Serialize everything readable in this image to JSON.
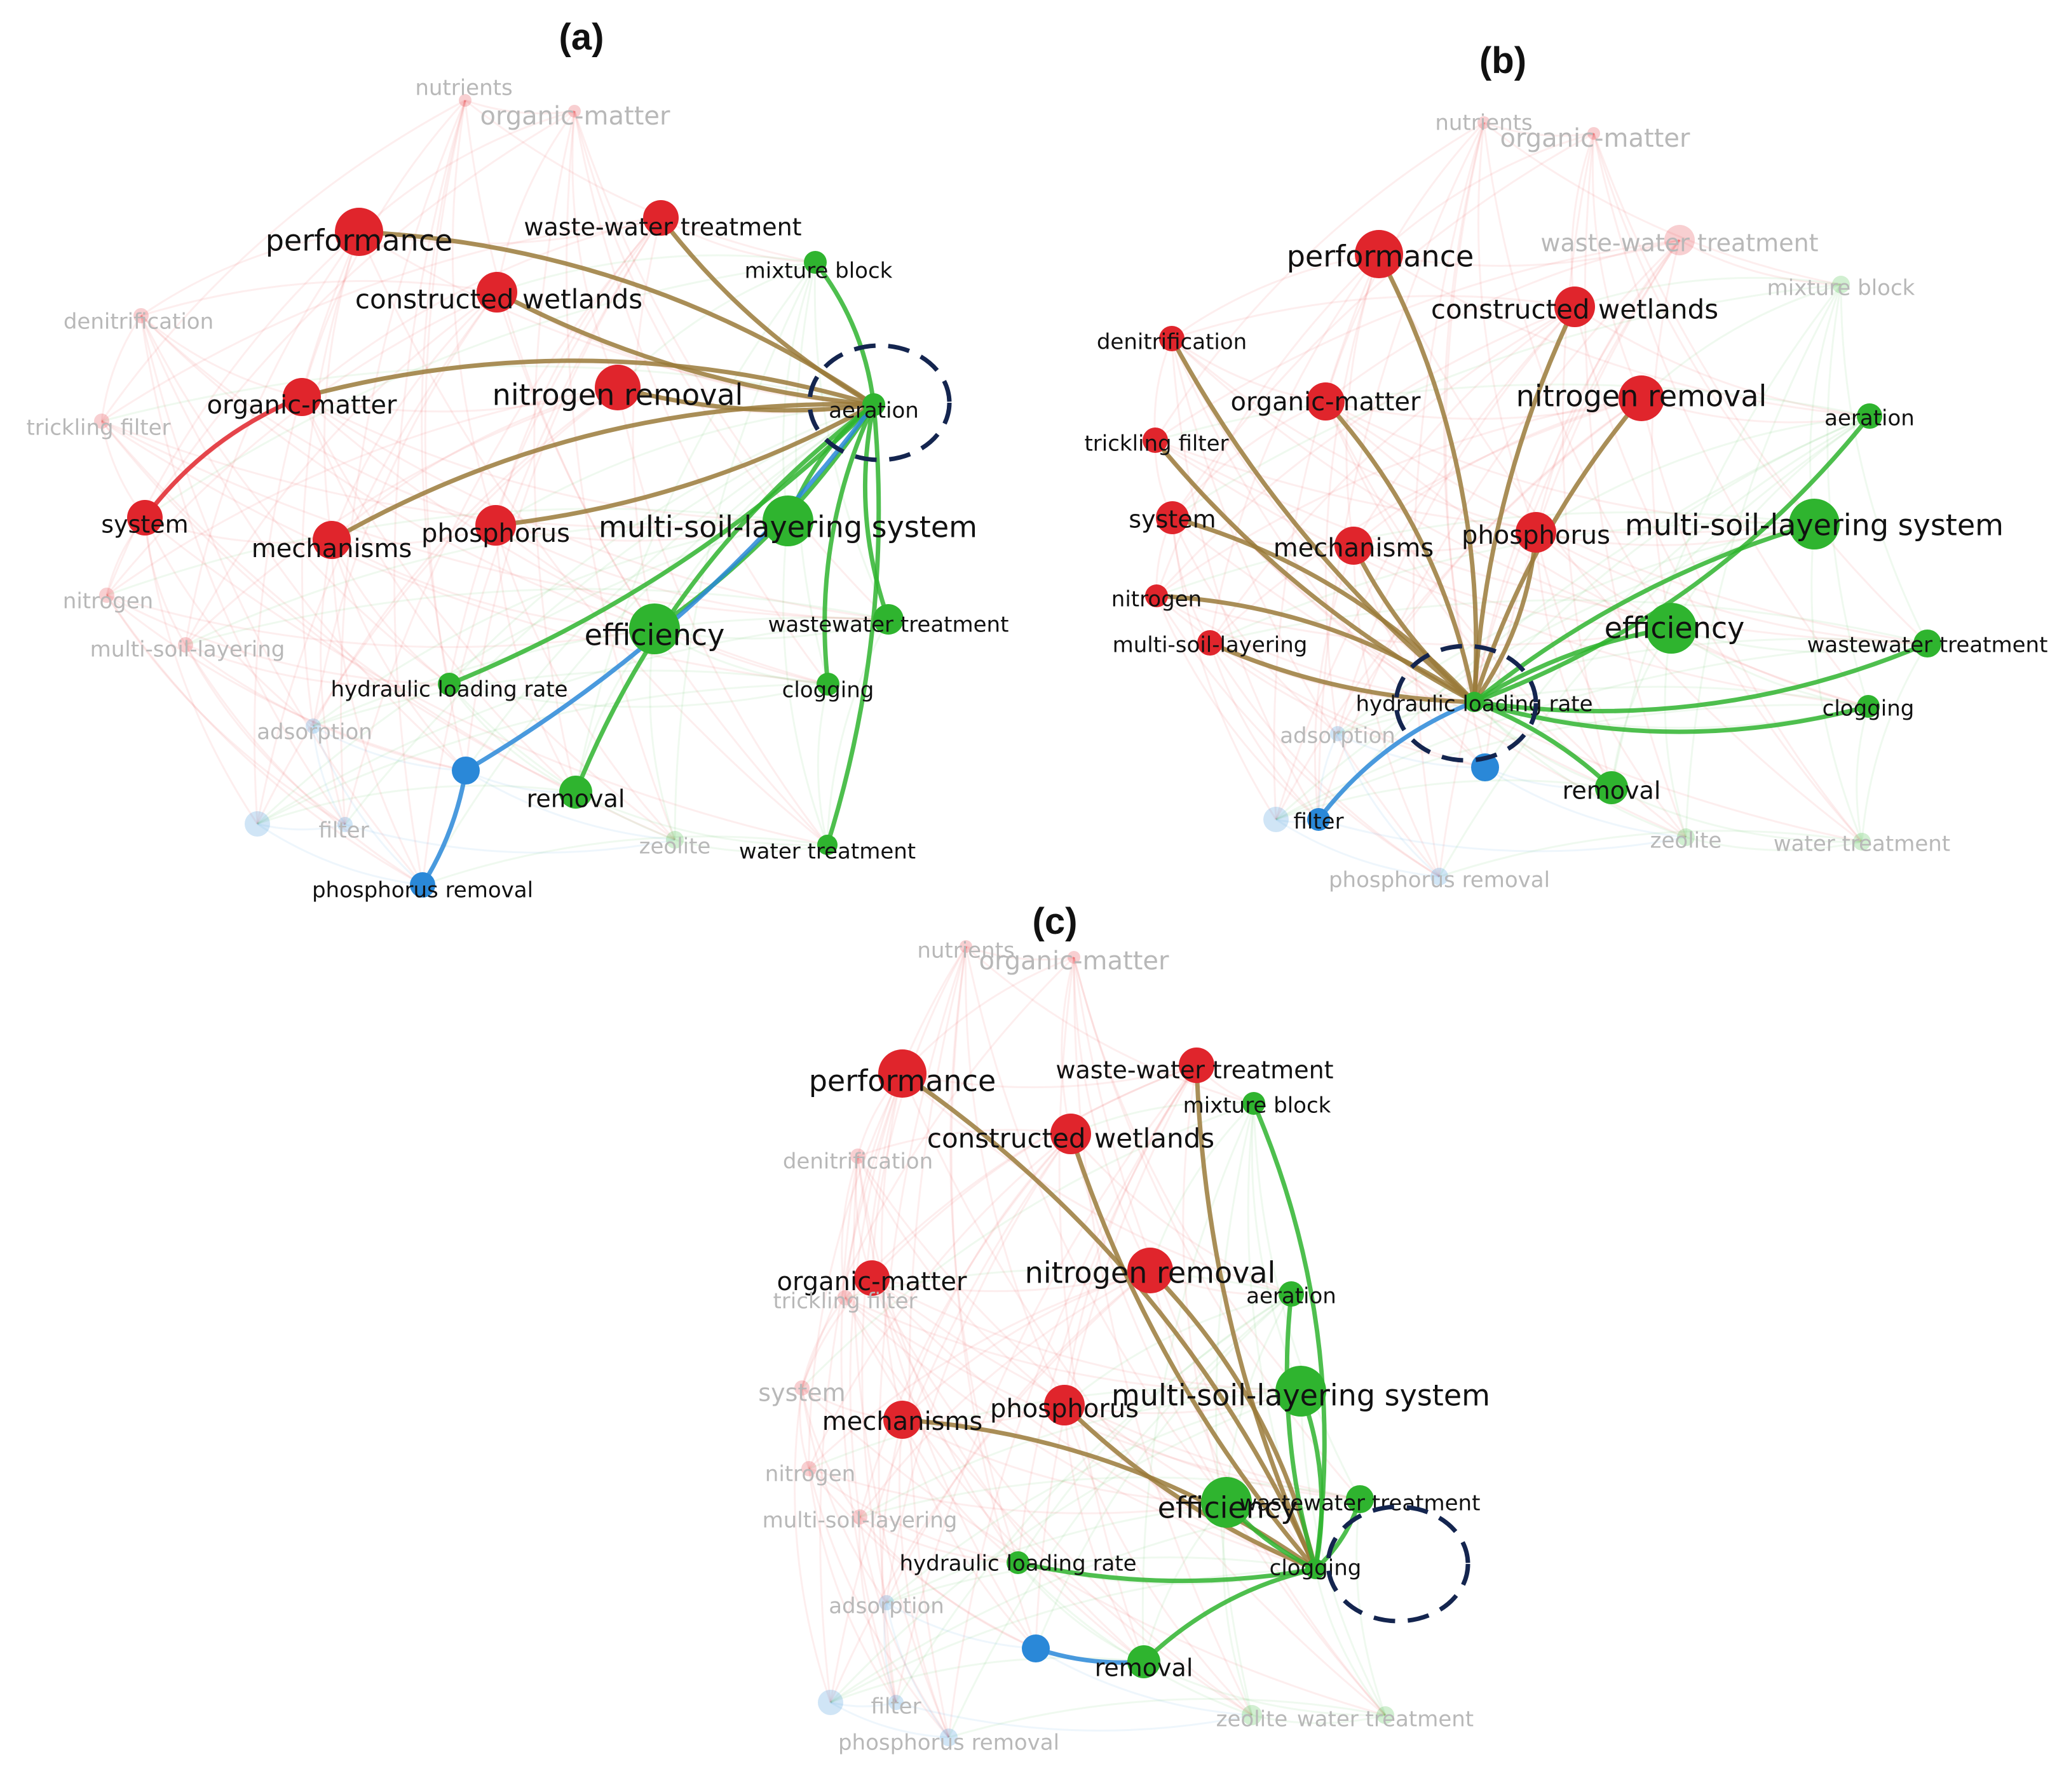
{
  "colors": {
    "red": "#e0252c",
    "green": "#2fb42f",
    "blue": "#2a88d8",
    "gradient_red_green": "#9a7a3a",
    "focus_ring": "#14254f",
    "label_active": "#111111",
    "label_faded": "#b8b8b8"
  },
  "panels": [
    {
      "label": "(a)",
      "focus": "aeration",
      "nodes": [
        {
          "key": "nutrients",
          "label": "nutrients",
          "group": "red",
          "size": 10,
          "active": false
        },
        {
          "key": "organic-matter-top",
          "label": "organic-matter",
          "group": "red",
          "size": 10,
          "active": false
        },
        {
          "key": "performance",
          "label": "performance",
          "group": "red",
          "size": 38,
          "active": true
        },
        {
          "key": "waste-water treatment",
          "label": "waste-water treatment",
          "group": "red",
          "size": 28,
          "active": true
        },
        {
          "key": "mixture block",
          "label": "mixture block",
          "group": "green",
          "size": 18,
          "active": true
        },
        {
          "key": "constructed wetlands",
          "label": "constructed wetlands",
          "group": "red",
          "size": 32,
          "active": true
        },
        {
          "key": "denitrification",
          "label": "denitrification",
          "group": "red",
          "size": 12,
          "active": false
        },
        {
          "key": "organic-matter",
          "label": "organic-matter",
          "group": "red",
          "size": 30,
          "active": true
        },
        {
          "key": "nitrogen removal",
          "label": "nitrogen removal",
          "group": "red",
          "size": 36,
          "active": true
        },
        {
          "key": "aeration",
          "label": "aeration",
          "group": "green",
          "size": 18,
          "active": true
        },
        {
          "key": "trickling filter",
          "label": "trickling filter",
          "group": "red",
          "size": 12,
          "active": false
        },
        {
          "key": "system",
          "label": "system",
          "group": "red",
          "size": 28,
          "active": true
        },
        {
          "key": "mechanisms",
          "label": "mechanisms",
          "group": "red",
          "size": 30,
          "active": true
        },
        {
          "key": "phosphorus",
          "label": "phosphorus",
          "group": "red",
          "size": 32,
          "active": true
        },
        {
          "key": "multi-soil-layering system",
          "label": "multi-soil-layering system",
          "group": "green",
          "size": 40,
          "active": true
        },
        {
          "key": "nitrogen",
          "label": "nitrogen",
          "group": "red",
          "size": 12,
          "active": false
        },
        {
          "key": "efficiency",
          "label": "efficiency",
          "group": "green",
          "size": 40,
          "active": true
        },
        {
          "key": "wastewater treatment",
          "label": "wastewater treatment",
          "group": "green",
          "size": 24,
          "active": true
        },
        {
          "key": "multi-soil-layering",
          "label": "multi-soil-layering",
          "group": "red",
          "size": 12,
          "active": false
        },
        {
          "key": "hydraulic loading rate",
          "label": "hydraulic loading rate",
          "group": "green",
          "size": 18,
          "active": true
        },
        {
          "key": "clogging",
          "label": "clogging",
          "group": "green",
          "size": 18,
          "active": true
        },
        {
          "key": "adsorption",
          "label": "adsorption",
          "group": "blue",
          "size": 12,
          "active": false
        },
        {
          "key": "blue-node",
          "label": "",
          "group": "blue",
          "size": 22,
          "active": true
        },
        {
          "key": "removal",
          "label": "removal",
          "group": "green",
          "size": 26,
          "active": true
        },
        {
          "key": "unlabeled-blue",
          "label": "",
          "group": "blue",
          "size": 20,
          "active": false
        },
        {
          "key": "filter",
          "label": "filter",
          "group": "blue",
          "size": 12,
          "active": false
        },
        {
          "key": "zeolite",
          "label": "zeolite",
          "group": "green",
          "size": 14,
          "active": false
        },
        {
          "key": "water treatment",
          "label": "water treatment",
          "group": "green",
          "size": 16,
          "active": true
        },
        {
          "key": "phosphorus removal",
          "label": "phosphorus removal",
          "group": "blue",
          "size": 20,
          "active": true
        }
      ],
      "links": [
        [
          "aeration",
          "performance"
        ],
        [
          "aeration",
          "waste-water treatment"
        ],
        [
          "aeration",
          "mixture block"
        ],
        [
          "aeration",
          "constructed wetlands"
        ],
        [
          "aeration",
          "organic-matter"
        ],
        [
          "aeration",
          "nitrogen removal"
        ],
        [
          "aeration",
          "mechanisms"
        ],
        [
          "aeration",
          "phosphorus"
        ],
        [
          "aeration",
          "multi-soil-layering system"
        ],
        [
          "aeration",
          "efficiency"
        ],
        [
          "aeration",
          "wastewater treatment"
        ],
        [
          "aeration",
          "hydraulic loading rate"
        ],
        [
          "aeration",
          "clogging"
        ],
        [
          "aeration",
          "blue-node"
        ],
        [
          "aeration",
          "removal"
        ],
        [
          "aeration",
          "water treatment"
        ],
        [
          "organic-matter",
          "system"
        ],
        [
          "blue-node",
          "phosphorus removal"
        ]
      ]
    },
    {
      "label": "(b)",
      "focus": "hydraulic loading rate",
      "nodes": [
        {
          "key": "nutrients",
          "label": "nutrients",
          "group": "red",
          "size": 10,
          "active": false
        },
        {
          "key": "organic-matter-top",
          "label": "organic-matter",
          "group": "red",
          "size": 10,
          "active": false
        },
        {
          "key": "performance",
          "label": "performance",
          "group": "red",
          "size": 38,
          "active": true
        },
        {
          "key": "waste-water treatment",
          "label": "waste-water treatment",
          "group": "red",
          "size": 24,
          "active": false
        },
        {
          "key": "mixture block",
          "label": "mixture block",
          "group": "green",
          "size": 14,
          "active": false
        },
        {
          "key": "constructed wetlands",
          "label": "constructed wetlands",
          "group": "red",
          "size": 32,
          "active": true
        },
        {
          "key": "denitrification",
          "label": "denitrification",
          "group": "red",
          "size": 20,
          "active": true
        },
        {
          "key": "organic-matter",
          "label": "organic-matter",
          "group": "red",
          "size": 30,
          "active": true
        },
        {
          "key": "nitrogen removal",
          "label": "nitrogen removal",
          "group": "red",
          "size": 36,
          "active": true
        },
        {
          "key": "aeration",
          "label": "aeration",
          "group": "green",
          "size": 20,
          "active": true
        },
        {
          "key": "trickling filter",
          "label": "trickling filter",
          "group": "red",
          "size": 20,
          "active": true
        },
        {
          "key": "system",
          "label": "system",
          "group": "red",
          "size": 26,
          "active": true
        },
        {
          "key": "mechanisms",
          "label": "mechanisms",
          "group": "red",
          "size": 30,
          "active": true
        },
        {
          "key": "phosphorus",
          "label": "phosphorus",
          "group": "red",
          "size": 32,
          "active": true
        },
        {
          "key": "multi-soil-layering system",
          "label": "multi-soil-layering system",
          "group": "green",
          "size": 40,
          "active": true
        },
        {
          "key": "nitrogen",
          "label": "nitrogen",
          "group": "red",
          "size": 18,
          "active": true
        },
        {
          "key": "efficiency",
          "label": "efficiency",
          "group": "green",
          "size": 40,
          "active": true
        },
        {
          "key": "wastewater treatment",
          "label": "wastewater treatment",
          "group": "green",
          "size": 22,
          "active": true
        },
        {
          "key": "multi-soil-layering",
          "label": "multi-soil-layering",
          "group": "red",
          "size": 20,
          "active": true
        },
        {
          "key": "hydraulic loading rate",
          "label": "hydraulic loading rate",
          "group": "green",
          "size": 16,
          "active": true
        },
        {
          "key": "clogging",
          "label": "clogging",
          "group": "green",
          "size": 18,
          "active": true
        },
        {
          "key": "adsorption",
          "label": "adsorption",
          "group": "blue",
          "size": 12,
          "active": false
        },
        {
          "key": "blue-node",
          "label": "",
          "group": "blue",
          "size": 22,
          "active": true
        },
        {
          "key": "removal",
          "label": "removal",
          "group": "green",
          "size": 26,
          "active": true
        },
        {
          "key": "unlabeled-blue",
          "label": "",
          "group": "blue",
          "size": 20,
          "active": false
        },
        {
          "key": "filter",
          "label": "filter",
          "group": "blue",
          "size": 18,
          "active": true
        },
        {
          "key": "zeolite",
          "label": "zeolite",
          "group": "green",
          "size": 14,
          "active": false
        },
        {
          "key": "water treatment",
          "label": "water treatment",
          "group": "green",
          "size": 14,
          "active": false
        },
        {
          "key": "phosphorus removal",
          "label": "phosphorus removal",
          "group": "blue",
          "size": 14,
          "active": false
        }
      ],
      "links": [
        [
          "hydraulic loading rate",
          "performance"
        ],
        [
          "hydraulic loading rate",
          "constructed wetlands"
        ],
        [
          "hydraulic loading rate",
          "organic-matter"
        ],
        [
          "hydraulic loading rate",
          "nitrogen removal"
        ],
        [
          "hydraulic loading rate",
          "aeration"
        ],
        [
          "hydraulic loading rate",
          "trickling filter"
        ],
        [
          "hydraulic loading rate",
          "system"
        ],
        [
          "hydraulic loading rate",
          "mechanisms"
        ],
        [
          "hydraulic loading rate",
          "phosphorus"
        ],
        [
          "hydraulic loading rate",
          "multi-soil-layering system"
        ],
        [
          "hydraulic loading rate",
          "nitrogen"
        ],
        [
          "hydraulic loading rate",
          "efficiency"
        ],
        [
          "hydraulic loading rate",
          "wastewater treatment"
        ],
        [
          "hydraulic loading rate",
          "multi-soil-layering"
        ],
        [
          "hydraulic loading rate",
          "clogging"
        ],
        [
          "hydraulic loading rate",
          "removal"
        ],
        [
          "hydraulic loading rate",
          "filter"
        ],
        [
          "hydraulic loading rate",
          "denitrification"
        ]
      ]
    },
    {
      "label": "(c)",
      "focus": "clogging",
      "nodes": [
        {
          "key": "nutrients",
          "label": "nutrients",
          "group": "red",
          "size": 10,
          "active": false
        },
        {
          "key": "organic-matter-top",
          "label": "organic-matter",
          "group": "red",
          "size": 10,
          "active": false
        },
        {
          "key": "performance",
          "label": "performance",
          "group": "red",
          "size": 38,
          "active": true
        },
        {
          "key": "waste-water treatment",
          "label": "waste-water treatment",
          "group": "red",
          "size": 28,
          "active": true
        },
        {
          "key": "mixture block",
          "label": "mixture block",
          "group": "green",
          "size": 18,
          "active": true
        },
        {
          "key": "constructed wetlands",
          "label": "constructed wetlands",
          "group": "red",
          "size": 32,
          "active": true
        },
        {
          "key": "denitrification",
          "label": "denitrification",
          "group": "red",
          "size": 12,
          "active": false
        },
        {
          "key": "organic-matter",
          "label": "organic-matter",
          "group": "red",
          "size": 28,
          "active": true
        },
        {
          "key": "nitrogen removal",
          "label": "nitrogen removal",
          "group": "red",
          "size": 36,
          "active": true
        },
        {
          "key": "aeration",
          "label": "aeration",
          "group": "green",
          "size": 20,
          "active": true
        },
        {
          "key": "trickling filter",
          "label": "trickling filter",
          "group": "red",
          "size": 12,
          "active": false
        },
        {
          "key": "system",
          "label": "system",
          "group": "red",
          "size": 12,
          "active": false
        },
        {
          "key": "mechanisms",
          "label": "mechanisms",
          "group": "red",
          "size": 30,
          "active": true
        },
        {
          "key": "phosphorus",
          "label": "phosphorus",
          "group": "red",
          "size": 32,
          "active": true
        },
        {
          "key": "multi-soil-layering system",
          "label": "multi-soil-layering system",
          "group": "green",
          "size": 40,
          "active": true
        },
        {
          "key": "nitrogen",
          "label": "nitrogen",
          "group": "red",
          "size": 12,
          "active": false
        },
        {
          "key": "efficiency",
          "label": "efficiency",
          "group": "green",
          "size": 40,
          "active": true
        },
        {
          "key": "wastewater treatment",
          "label": "wastewater treatment",
          "group": "green",
          "size": 22,
          "active": true
        },
        {
          "key": "multi-soil-layering",
          "label": "multi-soil-layering",
          "group": "red",
          "size": 12,
          "active": false
        },
        {
          "key": "hydraulic loading rate",
          "label": "hydraulic loading rate",
          "group": "green",
          "size": 18,
          "active": true
        },
        {
          "key": "clogging",
          "label": "clogging",
          "group": "green",
          "size": 16,
          "active": true
        },
        {
          "key": "adsorption",
          "label": "adsorption",
          "group": "blue",
          "size": 12,
          "active": false
        },
        {
          "key": "blue-node",
          "label": "",
          "group": "blue",
          "size": 22,
          "active": true
        },
        {
          "key": "removal",
          "label": "removal",
          "group": "green",
          "size": 26,
          "active": true
        },
        {
          "key": "unlabeled-blue",
          "label": "",
          "group": "blue",
          "size": 20,
          "active": false
        },
        {
          "key": "filter",
          "label": "filter",
          "group": "blue",
          "size": 12,
          "active": false
        },
        {
          "key": "zeolite",
          "label": "zeolite",
          "group": "green",
          "size": 16,
          "active": false
        },
        {
          "key": "water treatment",
          "label": "water treatment",
          "group": "green",
          "size": 14,
          "active": false
        },
        {
          "key": "phosphorus removal",
          "label": "phosphorus removal",
          "group": "blue",
          "size": 14,
          "active": false
        }
      ],
      "links": [
        [
          "clogging",
          "performance"
        ],
        [
          "clogging",
          "waste-water treatment"
        ],
        [
          "clogging",
          "mixture block"
        ],
        [
          "clogging",
          "constructed wetlands"
        ],
        [
          "clogging",
          "nitrogen removal"
        ],
        [
          "clogging",
          "aeration"
        ],
        [
          "clogging",
          "mechanisms"
        ],
        [
          "clogging",
          "phosphorus"
        ],
        [
          "clogging",
          "multi-soil-layering system"
        ],
        [
          "clogging",
          "efficiency"
        ],
        [
          "clogging",
          "wastewater treatment"
        ],
        [
          "clogging",
          "hydraulic loading rate"
        ],
        [
          "clogging",
          "removal"
        ],
        [
          "removal",
          "blue-node"
        ]
      ]
    }
  ]
}
